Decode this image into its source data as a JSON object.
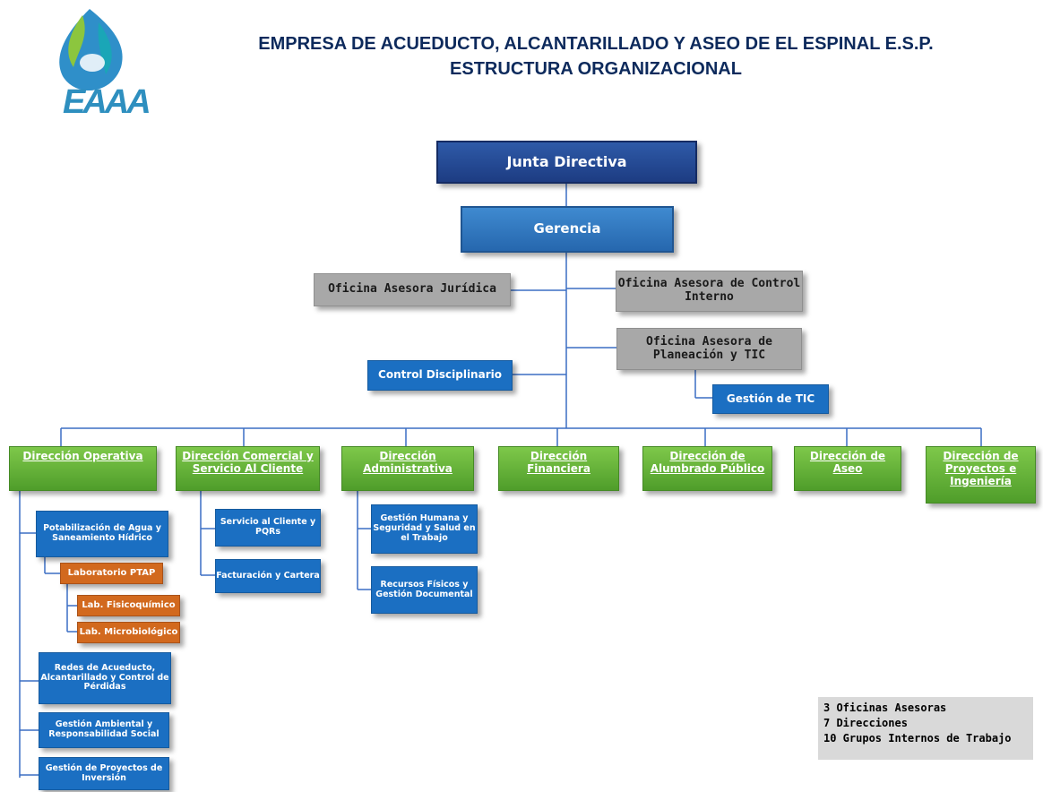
{
  "header": {
    "logo_text": "EAAA",
    "title": "EMPRESA DE ACUEDUCTO, ALCANTARILLADO Y ASEO DE EL  ESPINAL E.S.P.",
    "subtitle": "ESTRUCTURA ORGANIZACIONAL"
  },
  "top": {
    "junta": "Junta Directiva",
    "gerencia": "Gerencia"
  },
  "advisors": {
    "juridica": "Oficina Asesora Jurídica",
    "control_interno": "Oficina Asesora de Control Interno",
    "planeacion": "Oficina Asesora de Planeación y TIC",
    "gestion_tic": "Gestión de TIC",
    "control_disciplinario": "Control Disciplinario"
  },
  "directions": [
    "Dirección Operativa",
    "Dirección Comercial y Servicio Al Cliente",
    "Dirección Administrativa",
    "Dirección Financiera",
    "Dirección de Alumbrado Público",
    "Dirección de Aseo",
    "Dirección de Proyectos e Ingeniería"
  ],
  "operativa_groups": {
    "potabilizacion": "Potabilización de Agua y Saneamiento Hídrico",
    "laboratorio": "Laboratorio PTAP",
    "lab_fisico": "Lab. Fisicoquímico",
    "lab_micro": "Lab. Microbiológico",
    "redes": "Redes de  Acueducto, Alcantarillado y Control de Pérdidas",
    "ambiental": "Gestión Ambiental y Responsabilidad Social",
    "proyectos_inversion": "Gestión de Proyectos de Inversión"
  },
  "comercial_groups": {
    "servicio": "Servicio al Cliente y PQRs",
    "facturacion": "Facturación y Cartera"
  },
  "administrativa_groups": {
    "humana": "Gestión Humana y Seguridad y Salud en el Trabajo",
    "recursos": "Recursos Físicos y Gestión Documental"
  },
  "legend": {
    "line1": "3  Oficinas Asesoras",
    "line2": "7  Direcciones",
    "line3": "10 Grupos Internos de Trabajo"
  },
  "colors": {
    "navy": "#1d3c82",
    "blue": "#1b6fc2",
    "gray": "#a8a8a8",
    "green": "#5fae35",
    "orange": "#d2691e",
    "line": "#3b6ec4"
  }
}
